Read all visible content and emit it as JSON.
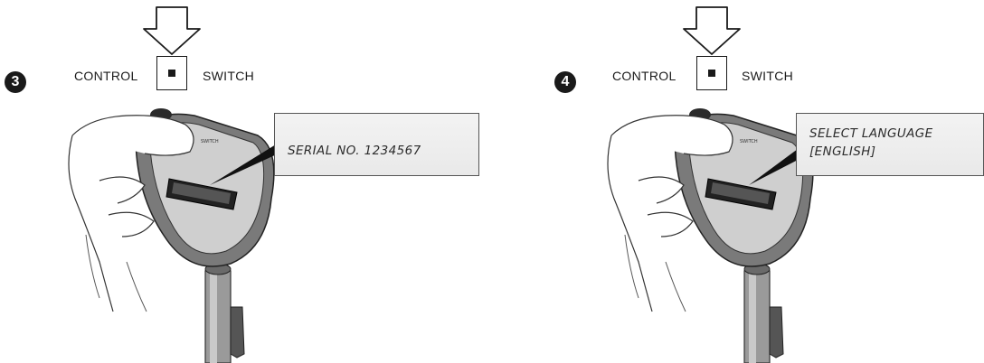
{
  "panels": [
    {
      "step": "3",
      "control_label": "CONTROL",
      "switch_label": "SWITCH",
      "display_lines": [
        "SERIAL NO. 1234567"
      ]
    },
    {
      "step": "4",
      "control_label": "CONTROL",
      "switch_label": "SWITCH",
      "display_lines": [
        "SELECT LANGUAGE",
        "[ENGLISH]"
      ]
    }
  ],
  "colors": {
    "ink": "#1a1a1a",
    "screen": "#e9e9e9",
    "device_body": "#8a8a8a"
  }
}
